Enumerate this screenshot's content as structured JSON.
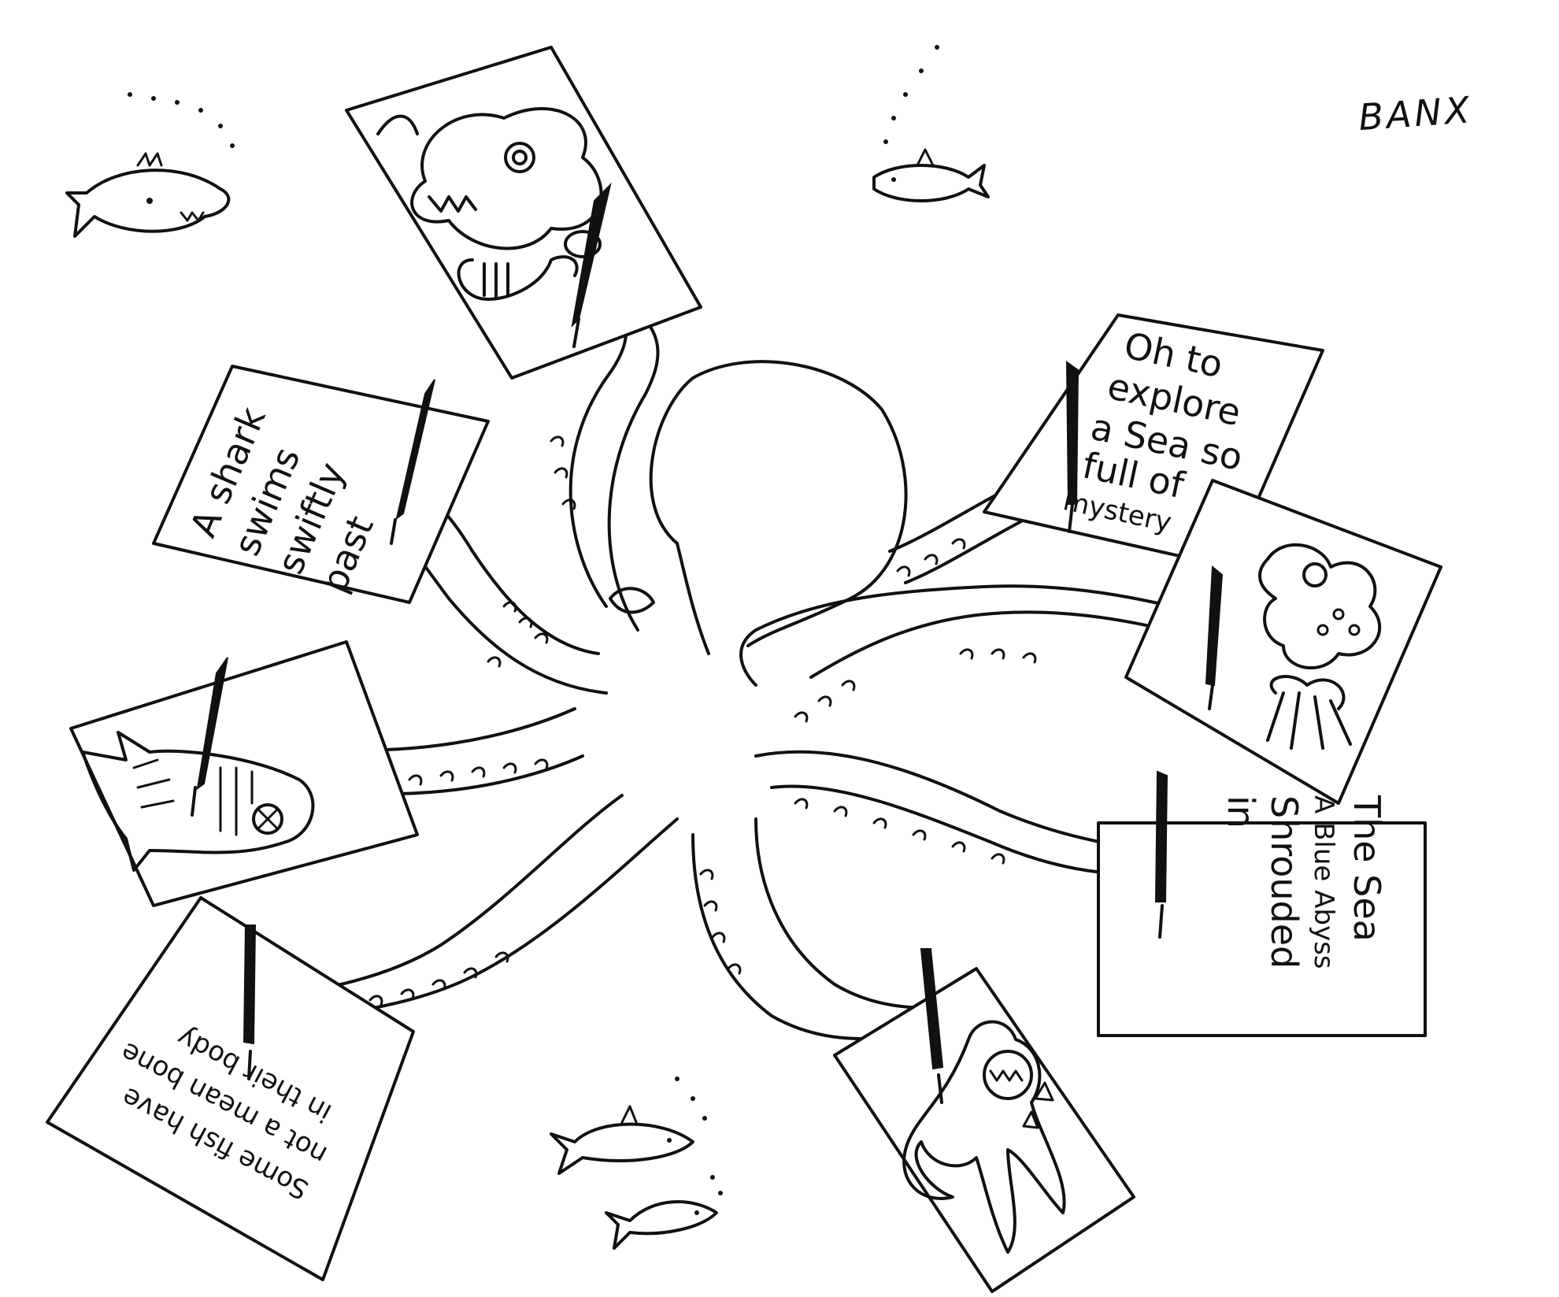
{
  "signature": "BANX",
  "sheets": {
    "top_right": {
      "lines": [
        "Oh to",
        "explore",
        "a Sea so",
        "full of",
        "mystery"
      ]
    },
    "left": {
      "lines": [
        "A shark",
        "swims",
        "swiftly",
        "past"
      ]
    },
    "right": {
      "lines": [
        "The Sea",
        "A Blue Abyss",
        "Shrouded",
        "in"
      ]
    },
    "bottom_left": {
      "lines": [
        "Some fish have",
        "not a mean bone",
        "in their body"
      ]
    }
  },
  "colors": {
    "ink": "#111111",
    "paper": "#ffffff"
  }
}
